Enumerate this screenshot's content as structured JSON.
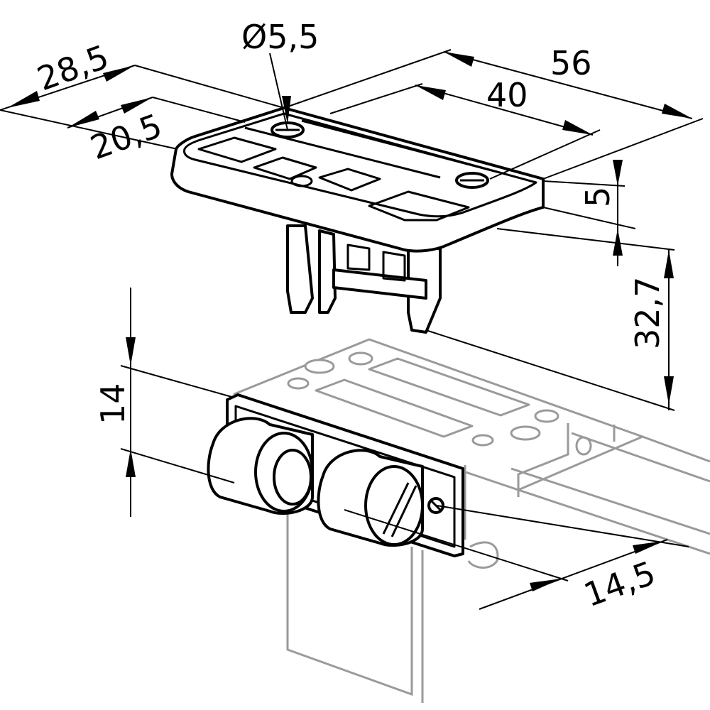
{
  "dimensions": {
    "overall_depth": "28,5",
    "hole_diameter": "Ø5,5",
    "overall_width": "56",
    "hole_spacing": "40",
    "inner_depth": "20,5",
    "plate_thickness": "5",
    "total_height": "32,7",
    "front_height": "14",
    "front_depth": "14,5"
  },
  "colors": {
    "outline": "#000000",
    "background_part": "#9a9a9a",
    "page": "#ffffff"
  }
}
